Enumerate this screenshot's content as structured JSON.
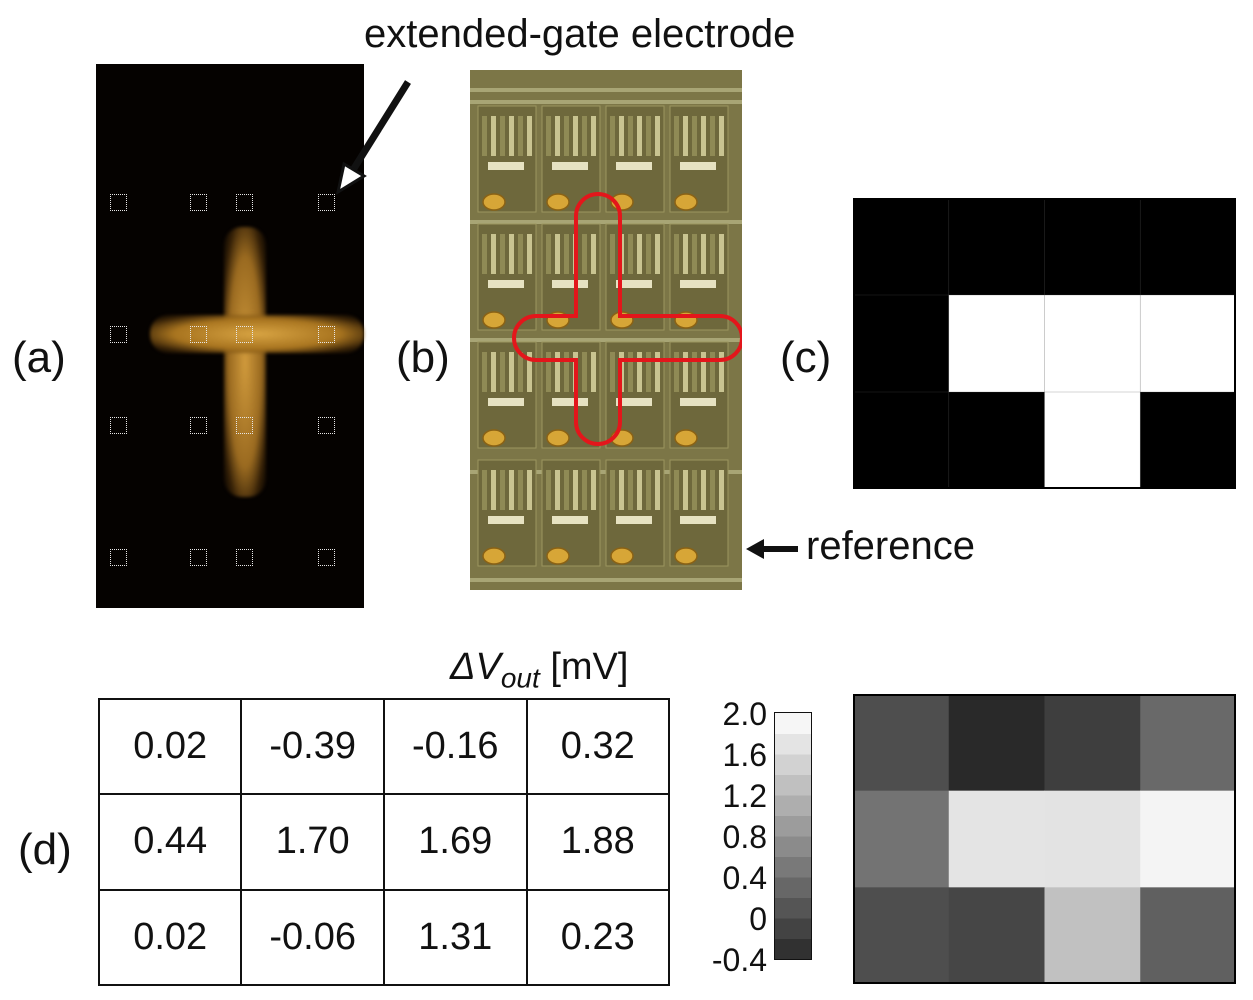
{
  "labels": {
    "a": "(a)",
    "b": "(b)",
    "c": "(c)",
    "d": "(d)"
  },
  "callouts": {
    "top": "extended-gate electrode",
    "reference": "reference"
  },
  "units": {
    "symbol": "ΔV",
    "subscript": "out",
    "unit": "[mV]"
  },
  "colors": {
    "cross_outline": "#e3161b",
    "chip_bg": "#7c7647",
    "electrode_gold": "#d7a637",
    "fluorescence": "#c8923a"
  },
  "pattern_c": [
    [
      0,
      0,
      0,
      0
    ],
    [
      0,
      1,
      1,
      1
    ],
    [
      0,
      0,
      1,
      0
    ]
  ],
  "table": [
    [
      "0.02",
      "-0.39",
      "-0.16",
      "0.32"
    ],
    [
      "0.44",
      "1.70",
      "1.69",
      "1.88"
    ],
    [
      "0.02",
      "-0.06",
      "1.31",
      "0.23"
    ]
  ],
  "chart_data": {
    "type": "heatmap",
    "rows": 3,
    "cols": 4,
    "values": [
      [
        0.02,
        -0.39,
        -0.16,
        0.32
      ],
      [
        0.44,
        1.7,
        1.69,
        1.88
      ],
      [
        0.02,
        -0.06,
        1.31,
        0.23
      ]
    ],
    "colorbar": {
      "min": -0.4,
      "max": 2.0,
      "ticks": [
        "2.0",
        "1.6",
        "1.2",
        "0.8",
        "0.4",
        "0",
        "-0.4"
      ],
      "levels": 12,
      "colormap": "grayscale"
    }
  }
}
